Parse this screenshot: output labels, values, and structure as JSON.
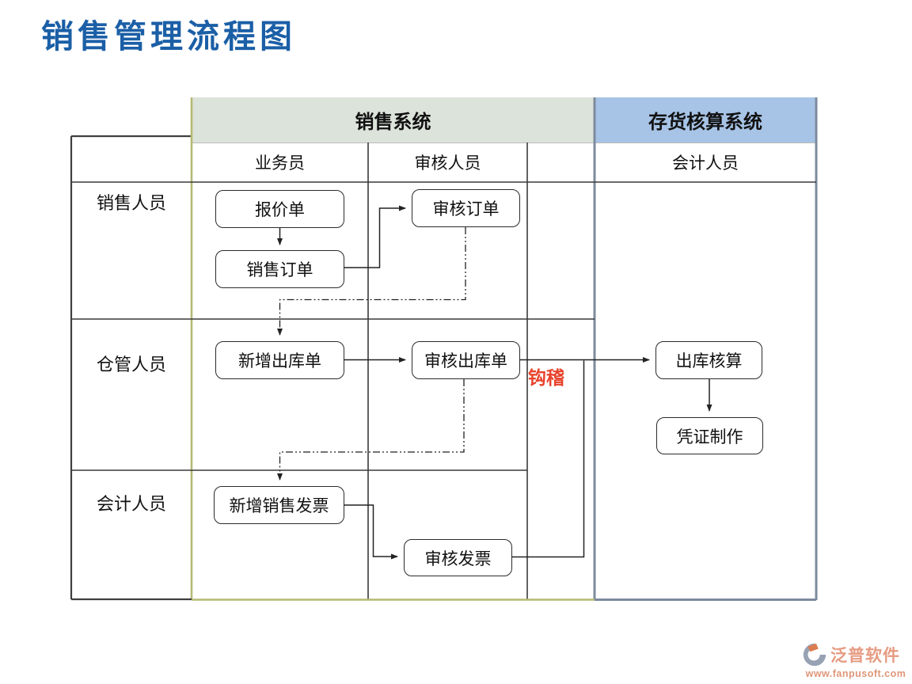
{
  "title": "销售管理流程图",
  "table": {
    "system_headers": [
      {
        "label": "销售系统",
        "bg": "#dce3da"
      },
      {
        "label": "存货核算系统",
        "bg": "#a7c4e6"
      }
    ],
    "role_headers": [
      {
        "label": "业务员"
      },
      {
        "label": "审核人员"
      },
      {
        "label": ""
      },
      {
        "label": "会计人员"
      }
    ],
    "lane_labels": [
      {
        "label": "销售人员"
      },
      {
        "label": "仓管人员"
      },
      {
        "label": "会计人员"
      }
    ]
  },
  "nodes": {
    "quote": {
      "label": "报价单"
    },
    "sales_order": {
      "label": "销售订单"
    },
    "audit_order": {
      "label": "审核订单"
    },
    "new_outbound": {
      "label": "新增出库单"
    },
    "audit_outbound": {
      "label": "审核出库单"
    },
    "outbound_accounting": {
      "label": "出库核算"
    },
    "voucher": {
      "label": "凭证制作"
    },
    "new_invoice": {
      "label": "新增销售发票"
    },
    "audit_invoice": {
      "label": "审核发票"
    }
  },
  "flows": {
    "annotation": {
      "label": "钩稽",
      "color": "#e8432c"
    }
  },
  "watermark": {
    "brand": "泛普软件",
    "url": "www.fanpusoft.com"
  },
  "colors": {
    "title_text": "#1b5fa6",
    "sales_system_bg": "#dce3da",
    "inventory_system_bg": "#a7c4e6",
    "sales_lane_border": "#b4ba72",
    "inventory_lane_border": "#7d8b9d",
    "grid_line": "#3a3a3a",
    "connector": "#222222",
    "annotation_red": "#e8432c",
    "watermark_text": "#e69b81",
    "watermark_icon_slate": "#97a2b4",
    "watermark_icon_orange": "#dd7c4f"
  }
}
